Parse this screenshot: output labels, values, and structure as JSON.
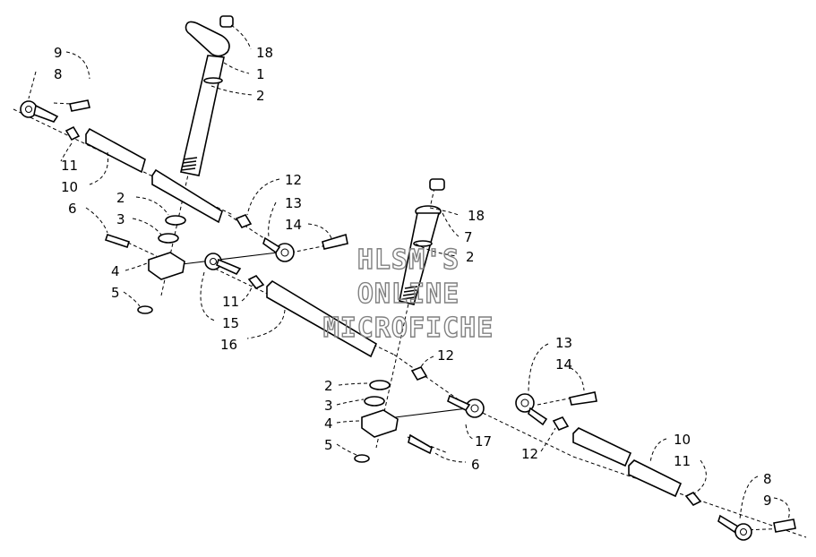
{
  "watermark": {
    "line1": "HLSM'S",
    "line2": "ONLINE",
    "line3": "MICROFICHE"
  },
  "callouts": {
    "c18a": "18",
    "c1": "1",
    "c2a": "2",
    "c9a": "9",
    "c8a": "8",
    "c11a": "11",
    "c10a": "10",
    "c12a": "12",
    "c13a": "13",
    "c14a": "14",
    "c2b": "2",
    "c3a": "3",
    "c6a": "6",
    "c4a": "4",
    "c5a": "5",
    "c11b": "11",
    "c15": "15",
    "c16": "16",
    "c18b": "18",
    "c7": "7",
    "c2c": "2",
    "c12b": "12",
    "c13b": "13",
    "c14b": "14",
    "c2d": "2",
    "c3b": "3",
    "c4b": "4",
    "c5b": "5",
    "c17": "17",
    "c6b": "6",
    "c12c": "12",
    "c10b": "10",
    "c11c": "11",
    "c8b": "8",
    "c9b": "9"
  }
}
